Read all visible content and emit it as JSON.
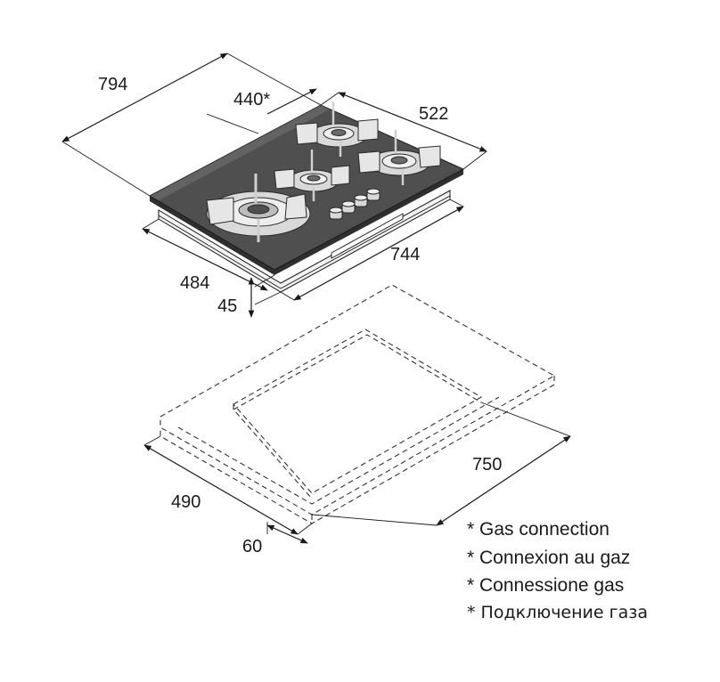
{
  "hob": {
    "dimensions": {
      "width_overall": "794",
      "gas_connection_offset": "440*",
      "depth_overall": "522",
      "base_width": "744",
      "base_depth": "484",
      "height": "45"
    }
  },
  "cutout": {
    "dimensions": {
      "width": "750",
      "depth": "490",
      "edge_offset": "60"
    }
  },
  "notes": [
    "* Gas connection",
    "* Connexion au gaz",
    "* Connessione gas",
    "* Подключение газа"
  ],
  "colors": {
    "glass": "#4f4f4f",
    "glass_dark": "#3c3c3c",
    "metal": "#d9d9d9",
    "line": "#1a1a1a"
  }
}
